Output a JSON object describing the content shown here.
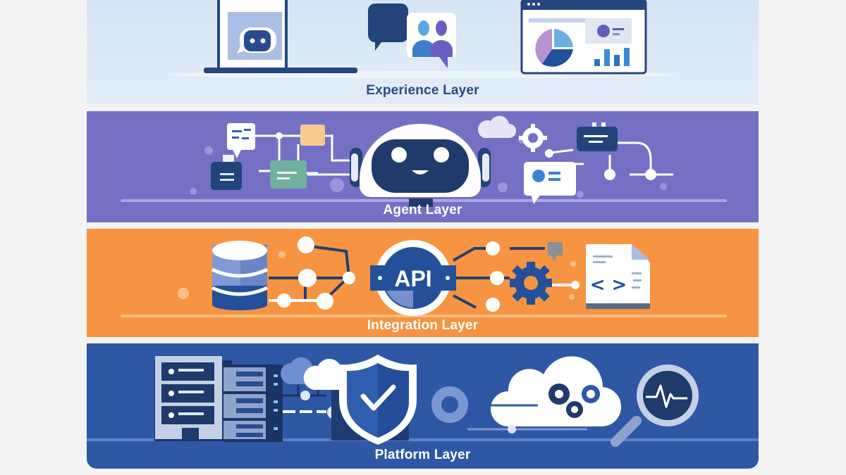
{
  "diagram": {
    "layers": [
      {
        "id": "experience",
        "title": "Experience Layer",
        "color": "#d6e5f5",
        "icons": [
          "laptop-chatbot-icon",
          "user-chat-icon",
          "dashboard-icon"
        ]
      },
      {
        "id": "agent",
        "title": "Agent Layer",
        "color": "#7470c4",
        "icons": [
          "chat-bubble-icon",
          "clipboard-icon",
          "task-card-icon",
          "robot-head-icon",
          "cloud-icon",
          "gear-icon",
          "calendar-icon",
          "message-bubble-icon"
        ]
      },
      {
        "id": "integration",
        "title": "Integration Layer",
        "color": "#f79443",
        "icons": [
          "database-icon",
          "network-nodes-icon",
          "api-badge-icon",
          "gear-icon",
          "code-document-icon"
        ],
        "api_label": "API",
        "code_symbol": "< >"
      },
      {
        "id": "platform",
        "title": "Platform Layer",
        "color": "#2e58a6",
        "icons": [
          "server-rack-icon",
          "cloud-icon",
          "shield-check-icon",
          "cloud-gears-icon",
          "monitoring-magnifier-icon"
        ]
      }
    ]
  }
}
